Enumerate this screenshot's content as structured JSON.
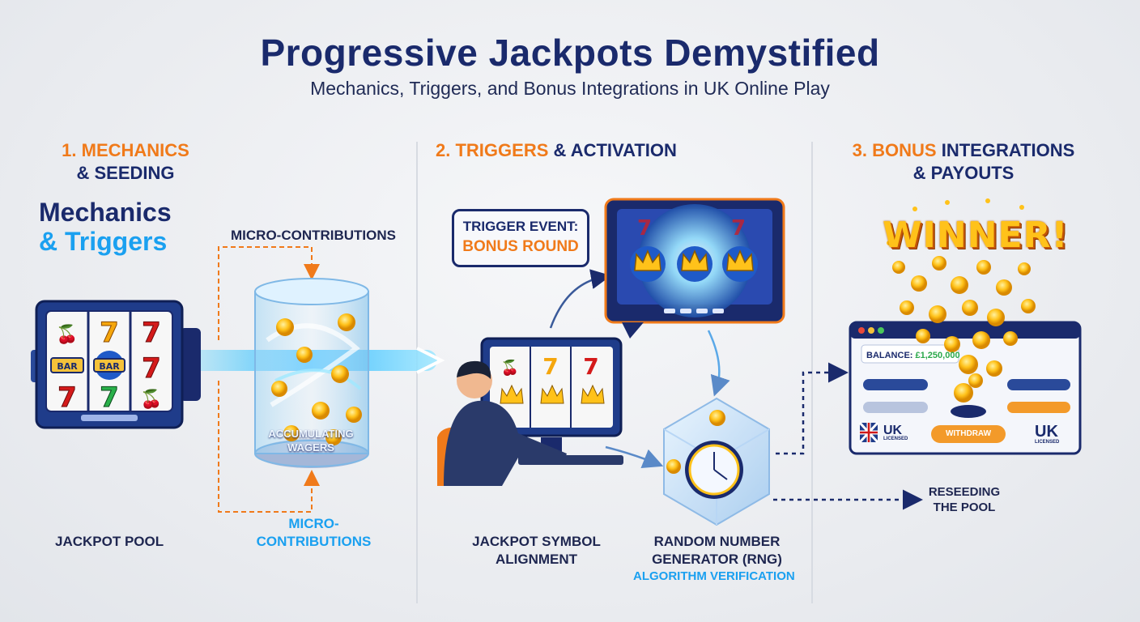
{
  "title": "Progressive Jackpots Demystified",
  "subtitle": "Mechanics, Triggers, and Bonus Integrations in UK Online Play",
  "sections": [
    {
      "num": "1.",
      "highlight": "MECHANICS",
      "rest": "& SEEDING"
    },
    {
      "num": "2.",
      "highlight": "TRIGGERS",
      "rest": "& ACTIVATION"
    },
    {
      "num": "3.",
      "highlight": "BONUS",
      "rest": "INTEGRATIONS",
      "rest2": "& PAYOUTS"
    }
  ],
  "mechanics_label": {
    "line1": "Mechanics",
    "line2": "& Triggers"
  },
  "labels": {
    "micro_top": "MICRO-CONTRIBUTIONS",
    "micro_bottom_1": "MICRO-",
    "micro_bottom_2": "CONTRIBUTIONS",
    "accumulating_1": "ACCUMULATING",
    "accumulating_2": "WAGERS",
    "jackpot_pool": "JACKPOT POOL",
    "trigger_event": "TRIGGER EVENT:",
    "bonus_round": "BONUS ROUND",
    "symbol_alignment_1": "JACKPOT SYMBOL",
    "symbol_alignment_2": "ALIGNMENT",
    "rng_1": "RANDOM NUMBER",
    "rng_2": "GENERATOR (RNG)",
    "algorithm": "ALGORITHM VERIFICATION",
    "reseeding_1": "RESEEDING",
    "reseeding_2": "THE POOL",
    "winner": "WINNER!",
    "balance_label": "BALANCE:",
    "balance_value": "£1,250,000",
    "withdraw": "WITHDRAW",
    "uk": "UK",
    "uk_sub": "LICENSED"
  },
  "colors": {
    "navy": "#1a2a6c",
    "orange": "#f07a1a",
    "blue": "#1aa0f0",
    "gold": "#ffc21a"
  }
}
